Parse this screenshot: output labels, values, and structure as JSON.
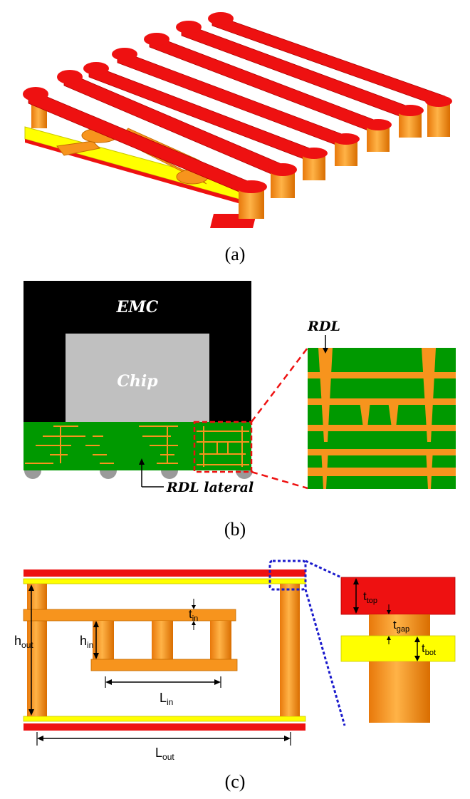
{
  "captions": {
    "a": "(a)",
    "b": "(b)",
    "c": "(c)"
  },
  "panel_b": {
    "emc_label": "EMC",
    "chip_label": "Chip",
    "rdl_label": "RDL",
    "rdl_lateral_label": "RDL lateral"
  },
  "panel_c": {
    "h_out": "h",
    "h_out_sub": "out",
    "h_in": "h",
    "h_in_sub": "in",
    "t_in": "t",
    "t_in_sub": "in",
    "l_in": "L",
    "l_in_sub": "in",
    "l_out": "L",
    "l_out_sub": "out",
    "t_top": "t",
    "t_top_sub": "top",
    "t_gap": "t",
    "t_gap_sub": "gap",
    "t_bot": "t",
    "t_bot_sub": "bot"
  },
  "colors": {
    "red": "#ee1111",
    "orange": "#f7941d",
    "yellow": "#ffff00",
    "green": "#009900",
    "black": "#000000",
    "chip_gray": "#c0c0c0",
    "callout_red": "#ee1111",
    "callout_blue": "#1a1acc"
  }
}
